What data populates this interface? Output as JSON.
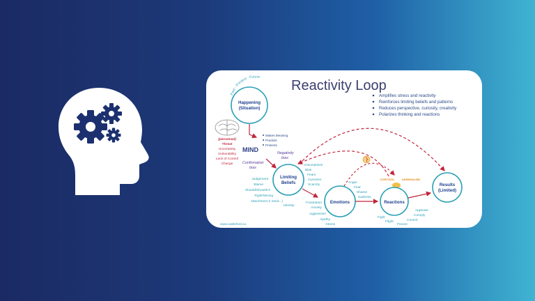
{
  "diagram": {
    "title": "Reactivity Loop",
    "bullets": [
      "Amplifies stress  and reactivity",
      "Reinforces limiting beliefs and patterns",
      "Reduces perspective, curiosity, creativity",
      "Polarizes thinking and reactions"
    ],
    "arc_label": "Past - Present - Future",
    "nodes": {
      "happening": [
        "Happening",
        "(Situation)"
      ],
      "beliefs": [
        "Limiting",
        "Beliefs"
      ],
      "emotions": "Emotions",
      "reactions": "Reactions",
      "results": [
        "Results",
        "(Limited)"
      ]
    },
    "mind": {
      "label": "MIND",
      "items": [
        "Makes Meaning",
        "Predicts",
        "Protects"
      ]
    },
    "threat": {
      "label": "(perceived)",
      "title": "Threat",
      "items": [
        "Uncertainty",
        "Vulnerability",
        "Lack of Control",
        "Change"
      ]
    },
    "negativity_bias": [
      "Negativity",
      "bias"
    ],
    "confirmation_bias": [
      "Confirmation",
      "bias"
    ],
    "belief_left": [
      "Judgement",
      "Blame",
      "Should/Shouldn't",
      "Right/Wrong",
      "Attachment (I need...)"
    ],
    "belief_identity": "Identity",
    "belief_right": [
      "Assumptions",
      "Bias",
      "Fears",
      "Cynicism",
      "Scarcity"
    ],
    "emotion_top": [
      "Anger",
      "Fear",
      "Shame",
      "Sadness"
    ],
    "emotion_left": [
      "Frustration",
      "Anxiety",
      "Aggression",
      "Apathy",
      "Stress"
    ],
    "cortisol": "CORTISOL",
    "adrenaline": "ADRENALINE",
    "reaction_bottom": [
      "Fight",
      "Flight",
      "Freeze"
    ],
    "reaction_right": [
      "Appease",
      "Comply",
      "Control"
    ],
    "url": "www.castleford.ca"
  },
  "colors": {
    "accent_dark": "#2a3f85",
    "teal": "#2a9fb5",
    "red_arrow": "#c0253b"
  }
}
